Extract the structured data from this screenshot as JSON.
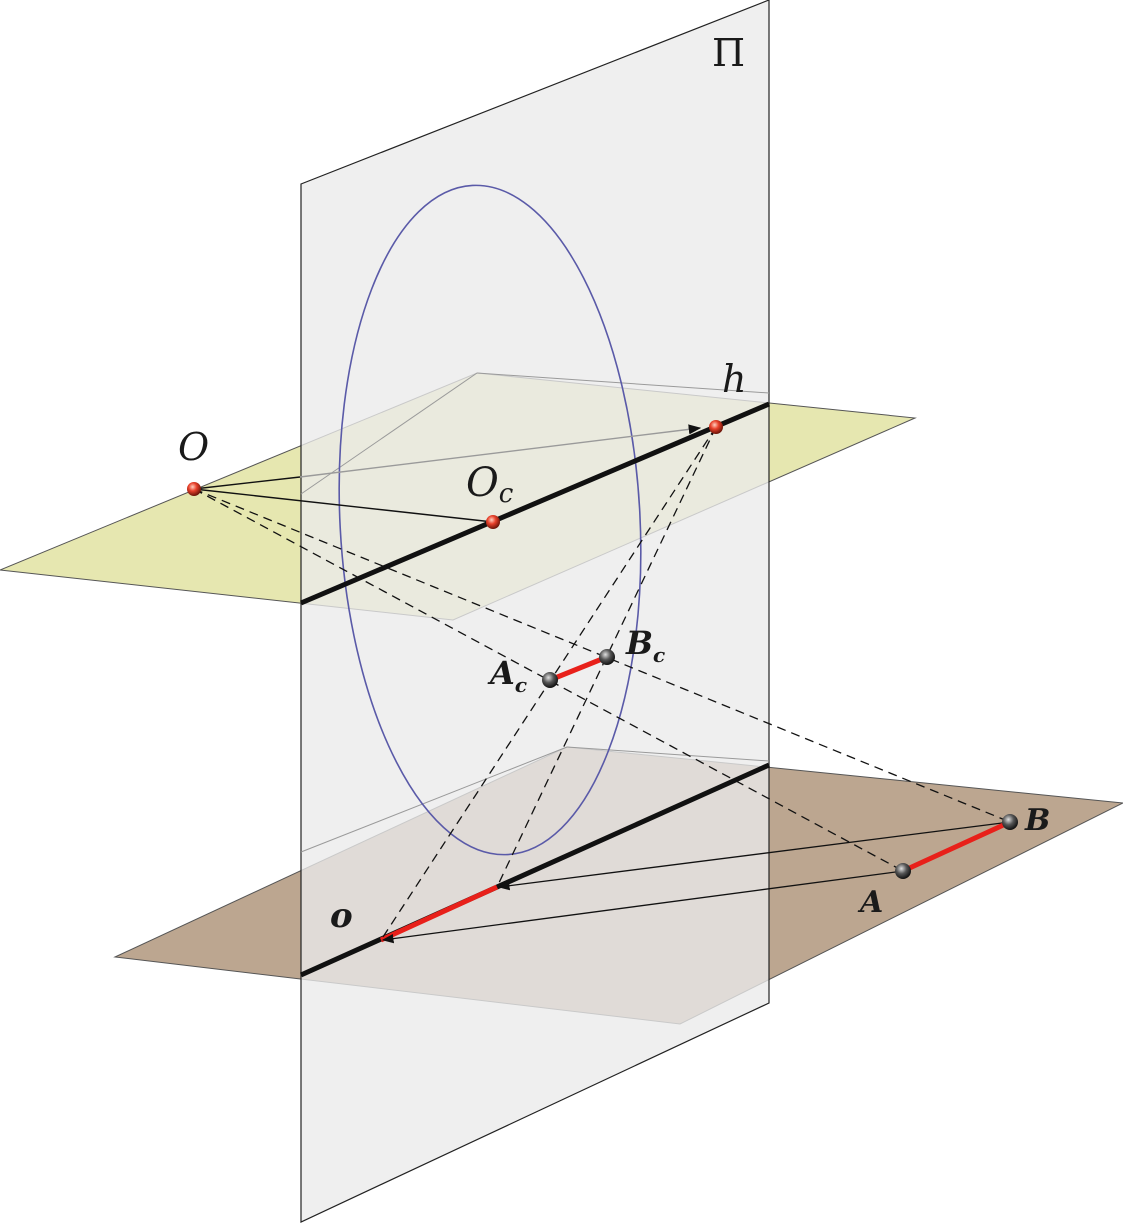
{
  "labels": {
    "plane": "Π",
    "viewpoint": "O",
    "principal_point": "O",
    "principal_point_sub": "c",
    "horizon": "h",
    "ground_line": "o",
    "point_a": "A",
    "point_b": "B",
    "image_a": "A",
    "image_a_sub": "c",
    "image_b": "B",
    "image_b_sub": "c"
  },
  "colors": {
    "picture_plane": "#ebebeb",
    "horizon_plane": "#e6e7b0",
    "ground_plane": "#bca690",
    "circle": "#5a5aa8",
    "segment": "#e8201a",
    "line": "#111111"
  }
}
